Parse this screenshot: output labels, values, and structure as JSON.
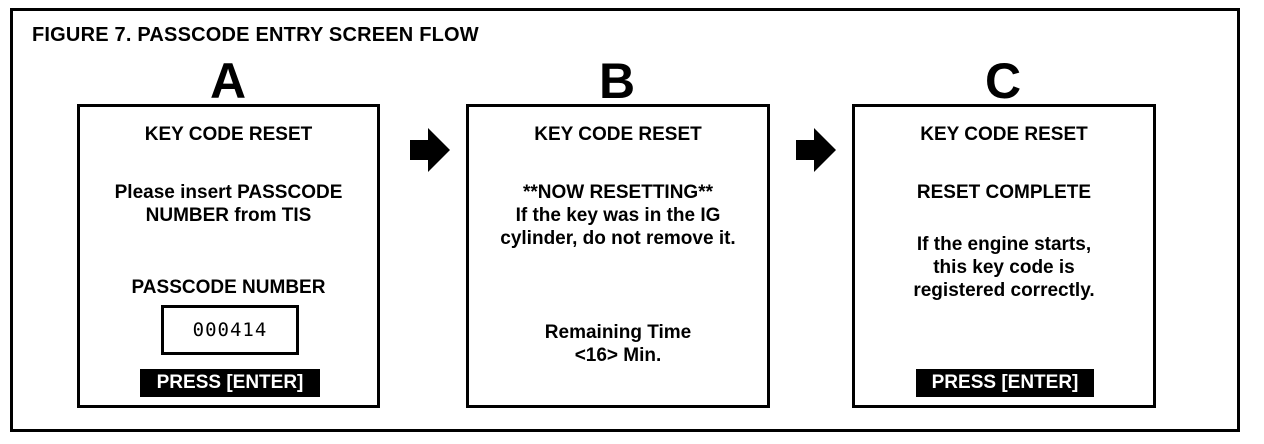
{
  "figure_title": "FIGURE 7.  PASSCODE ENTRY SCREEN FLOW",
  "panels": [
    {
      "letter": "A",
      "header": "KEY CODE RESET",
      "message": [
        "Please insert PASSCODE",
        "NUMBER from TIS"
      ],
      "field_label": "PASSCODE NUMBER",
      "field_value": "000414",
      "button": "PRESS [ENTER]"
    },
    {
      "letter": "B",
      "header": "KEY CODE RESET",
      "message": [
        "**NOW RESETTING**",
        "If the key was in the IG",
        "cylinder, do not remove it."
      ],
      "remaining": [
        "Remaining Time",
        "<16> Min."
      ]
    },
    {
      "letter": "C",
      "header": "KEY CODE RESET",
      "status": "RESET COMPLETE",
      "message": [
        "If the engine starts,",
        "this key code is",
        "registered correctly."
      ],
      "button": "PRESS [ENTER]"
    }
  ],
  "icons": {
    "flow_arrow": "right-arrow-icon"
  }
}
